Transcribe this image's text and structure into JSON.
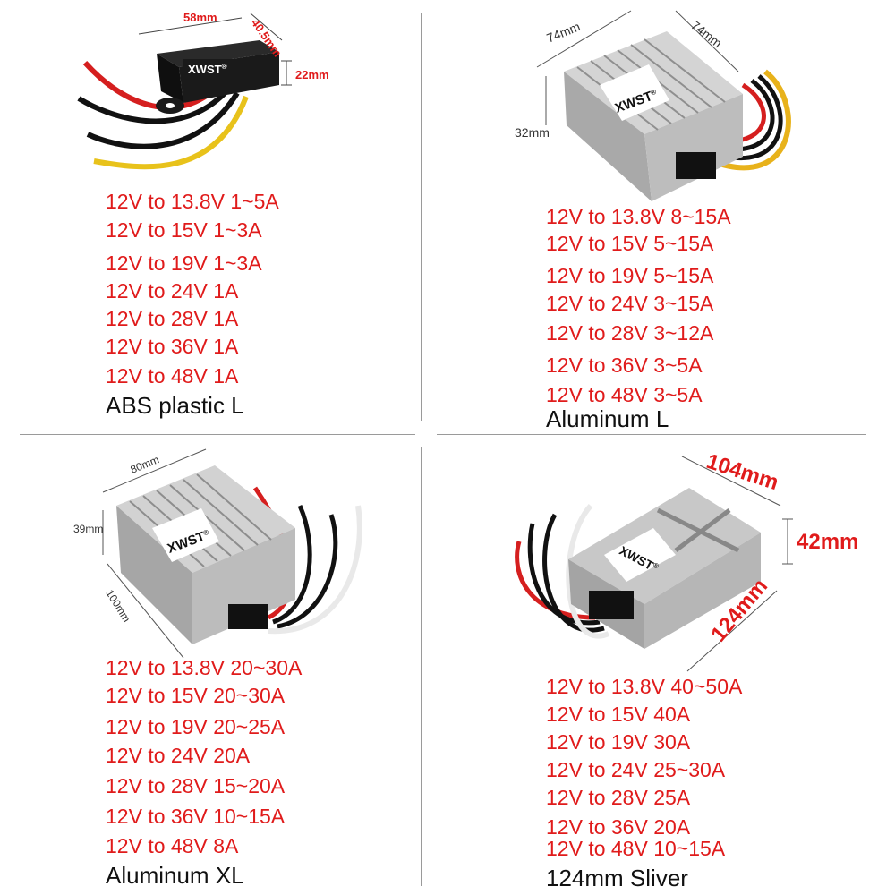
{
  "colors": {
    "spec_red": "#e01b1b",
    "label_black": "#111111",
    "dim_red": "#e01b1b"
  },
  "brand": "XWST",
  "registered": "®",
  "panels": [
    {
      "model": "ABS plastic L",
      "dims": [
        "58mm",
        "40.5mm",
        "22mm"
      ],
      "specs": [
        "12V to 13.8V 1~5A",
        "12V to 15V 1~3A",
        "12V to 19V 1~3A",
        "12V to 24V 1A",
        "12V to 28V 1A",
        "12V to 36V 1A",
        "12V to 48V 1A"
      ]
    },
    {
      "model": "Aluminum L",
      "dims": [
        "74mm",
        "74mm",
        "32mm"
      ],
      "specs": [
        "12V to 13.8V 8~15A",
        "12V to 15V 5~15A",
        "12V to 19V 5~15A",
        "12V to 24V 3~15A",
        "12V to 28V 3~12A",
        "12V to 36V 3~5A",
        "12V to 48V 3~5A"
      ]
    },
    {
      "model": "Aluminum XL",
      "dims": [
        "80mm",
        "39mm",
        "100mm"
      ],
      "specs": [
        "12V to 13.8V 20~30A",
        "12V to 15V 20~30A",
        "12V to 19V 20~25A",
        "12V to 24V 20A",
        "12V to 28V 15~20A",
        "12V to 36V 10~15A",
        "12V to 48V 8A"
      ]
    },
    {
      "model": "124mm Sliver",
      "dims": [
        "104mm",
        "42mm",
        "124mm"
      ],
      "specs": [
        "12V to 13.8V 40~50A",
        "12V to 15V 40A",
        "12V to 19V 30A",
        "12V to 24V 25~30A",
        "12V to 28V 25A",
        "12V to 36V 20A",
        "12V to 48V 10~15A"
      ]
    }
  ]
}
